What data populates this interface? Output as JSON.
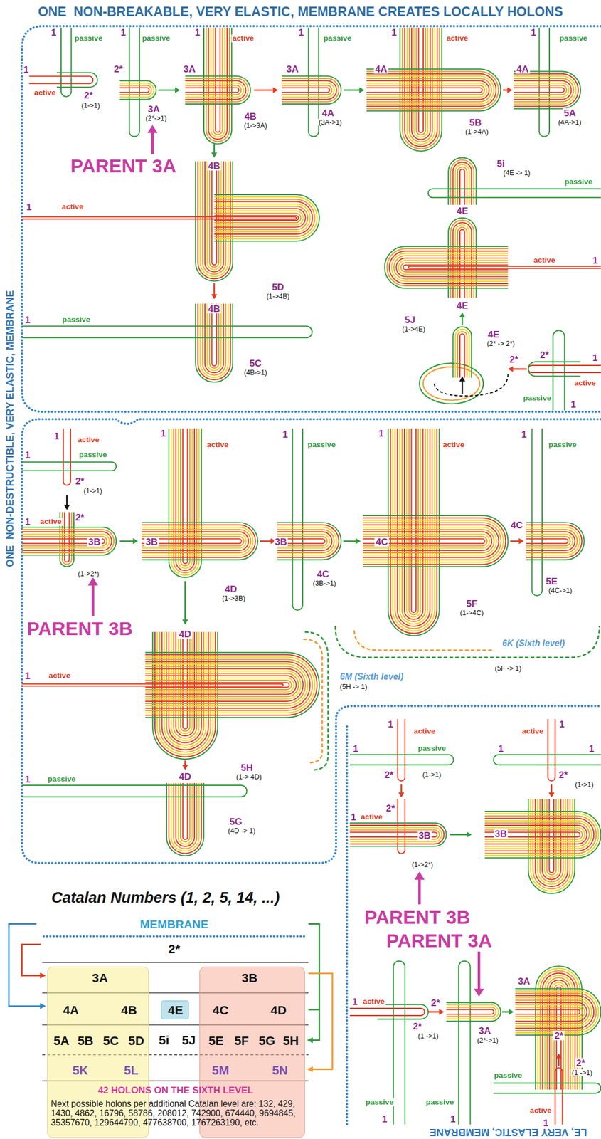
{
  "diagram": {
    "title": "ONE  NON-BREAKABLE, VERY ELASTIC, MEMBRANE CREATES LOCALLY HOLONS",
    "nodes": [
      {
        "text": [
          "3A",
          "4A",
          "4B",
          "5A",
          "5B",
          "5C",
          "5D",
          "5K",
          "5L"
        ]
      },
      {
        "text": [
          "4E"
        ]
      },
      {
        "text": [
          "3B",
          "4C",
          "4D",
          "5E",
          "5F",
          "5G",
          "5H",
          "5M",
          "5N"
        ]
      }
    ],
    "labels": [
      "1",
      "passive",
      "1",
      "passive",
      "1",
      "active",
      "2*",
      "(1->1)",
      "2*",
      "3A",
      "(2*->1)",
      "1",
      "active",
      "3A",
      "4B",
      "(1->3A)",
      "3A",
      "1",
      "passive",
      "4A",
      "(3A->1)",
      "4A",
      "1",
      "active",
      "5B",
      "(1->4A)",
      "4A",
      "1",
      "passive",
      "5A",
      "(4A->1)",
      "PARENT 3A",
      "4B",
      "1",
      "active",
      "5D",
      "(1->4B)",
      "4B",
      "1",
      "passive",
      "5C",
      "(4B->1)",
      "5i",
      "(4E -> 1)",
      "passive",
      "4E",
      "active",
      "1",
      "4E",
      "5J",
      "(1->4E)",
      "4E",
      "(2* -> 2*)",
      "2*",
      "2*",
      "1",
      "active",
      "passive",
      "1",
      "1",
      "active",
      "1",
      "passive",
      "2*",
      "(1->1)",
      "2*",
      "1",
      "active",
      "3B",
      "(1->2*)",
      "PARENT 3B",
      "1",
      "active",
      "3B",
      "4D",
      "(1->3B)",
      "1",
      "passive",
      "3B",
      "4C",
      "(3B->1)",
      "4C",
      "1",
      "active",
      "5F",
      "(1->4C)",
      "1",
      "passive",
      "4C",
      "5E",
      "(4C->1)",
      "6K (Sixth level)",
      "(5F -> 1)",
      "6M (Sixth level)",
      "(5H -> 1)",
      "4D",
      "active",
      "1",
      "5H",
      "(1-> 4D)",
      "4D",
      "1",
      "passive",
      "5G",
      "(4D -> 1)",
      "1",
      "active",
      "1",
      "passive",
      "2*",
      "(1->1)",
      "active",
      "1",
      "1",
      "1",
      "2*",
      "(1->1)",
      "2*",
      "1",
      "active",
      "3B",
      "(1->2*)",
      "3B",
      "PARENT 3B",
      "PARENT 3A",
      "active",
      "1",
      "2*",
      "(1 ->1)",
      "2*",
      "3A",
      "(2*->1)",
      "3A",
      "2*",
      "2*",
      "(1 ->1)",
      "passive",
      "passive",
      "1",
      "1",
      "passive",
      "active",
      "1",
      "ONE  NON-DESTRUCTIBLE, VERY ELASTIC, MEMBRANE",
      "LE, VERY ELASTIC, MEMBRANE",
      "Catalan Numbers (1, 2, 5, 14, ...)",
      "MEMBRANE",
      "2*",
      "5i",
      "5J",
      "42 HOLONS ON THE SIXTH LEVEL",
      "Next possible holons per additional Catalan level are: 132, 429, 1430, 4862, 16796, 58786, 208012, 742900, 674440, 9694845, 35357670, 129644790, 477638700, 1767263190, etc."
    ]
  }
}
